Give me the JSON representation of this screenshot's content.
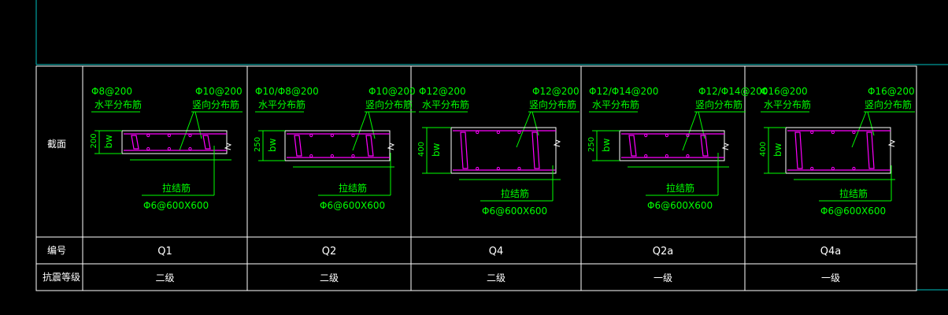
{
  "colors": {
    "background": "#000000",
    "frame": "#ffffff",
    "annotation": "#00ff00",
    "rebar": "#ff00ff",
    "cyan_line": "#00c0c0"
  },
  "row_labels": {
    "section": "截面",
    "number": "编号",
    "seismic_grade": "抗震等级"
  },
  "columns": [
    {
      "id": "Q1",
      "code": "Q1",
      "grade": "二级",
      "horiz_rebar": "Φ8@200",
      "horiz_label": "水平分布筋",
      "vert_rebar": "Φ10@200",
      "vert_label": "竖向分布筋",
      "thickness": "200",
      "bw_label": "bw",
      "tie_label": "拉结筋",
      "tie_spec": "Φ6@600X600"
    },
    {
      "id": "Q2",
      "code": "Q2",
      "grade": "二级",
      "horiz_rebar": "Φ10/Φ8@200",
      "horiz_label": "水平分布筋",
      "vert_rebar": "Φ10@200",
      "vert_label": "竖向分布筋",
      "thickness": "250",
      "bw_label": "bw",
      "tie_label": "拉结筋",
      "tie_spec": "Φ6@600X600"
    },
    {
      "id": "Q4",
      "code": "Q4",
      "grade": "二级",
      "horiz_rebar": "Φ12@200",
      "horiz_label": "水平分布筋",
      "vert_rebar": "Φ12@200",
      "vert_label": "竖向分布筋",
      "thickness": "400",
      "bw_label": "bw",
      "tie_label": "拉结筋",
      "tie_spec": "Φ6@600X600"
    },
    {
      "id": "Q2a",
      "code": "Q2a",
      "grade": "一级",
      "horiz_rebar": "Φ12/Φ14@200",
      "horiz_label": "水平分布筋",
      "vert_rebar": "Φ12/Φ14@200",
      "vert_label": "竖向分布筋",
      "thickness": "250",
      "bw_label": "bw",
      "tie_label": "拉结筋",
      "tie_spec": "Φ6@600X600"
    },
    {
      "id": "Q4a",
      "code": "Q4a",
      "grade": "一级",
      "horiz_rebar": "Φ16@200",
      "horiz_label": "水平分布筋",
      "vert_rebar": "Φ16@200",
      "vert_label": "竖向分布筋",
      "thickness": "400",
      "bw_label": "bw",
      "tie_label": "拉结筋",
      "tie_spec": "Φ6@600X600"
    }
  ]
}
